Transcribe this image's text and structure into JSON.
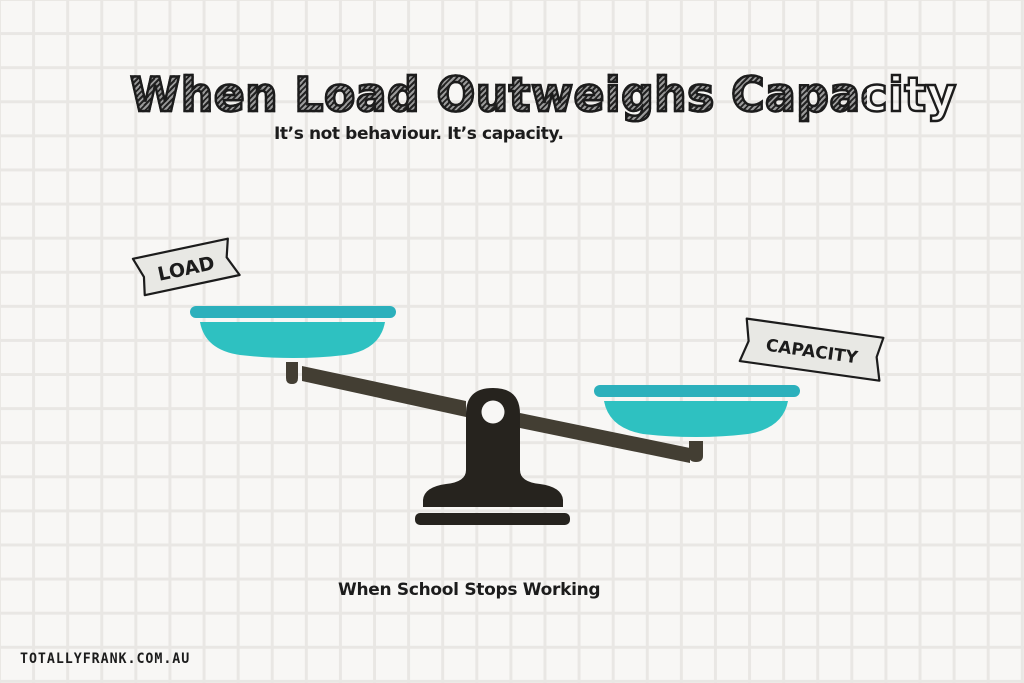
{
  "header": {
    "title": "When Load Outweighs Capacity",
    "subtitle": "It’s not behaviour. It’s capacity."
  },
  "illustration": {
    "type": "balance-scale",
    "state": "load side heavier (tilted down-left... load pan raised, capacity pan lowered as drawn)",
    "left_tag": "LOAD",
    "right_tag": "CAPACITY",
    "colors": {
      "pan": "#2ec1c1",
      "pan_rim": "#2cb0bc",
      "beam": "#433e33",
      "pivot": "#26231e",
      "tag_fill": "#e8e8e4",
      "tag_stroke": "#1c1c1c",
      "grid_line": "#e9e7e4",
      "background": "#f8f7f5"
    }
  },
  "caption": "When School Stops Working",
  "footer": {
    "site": "TOTALLYFRANK.COM.AU"
  }
}
